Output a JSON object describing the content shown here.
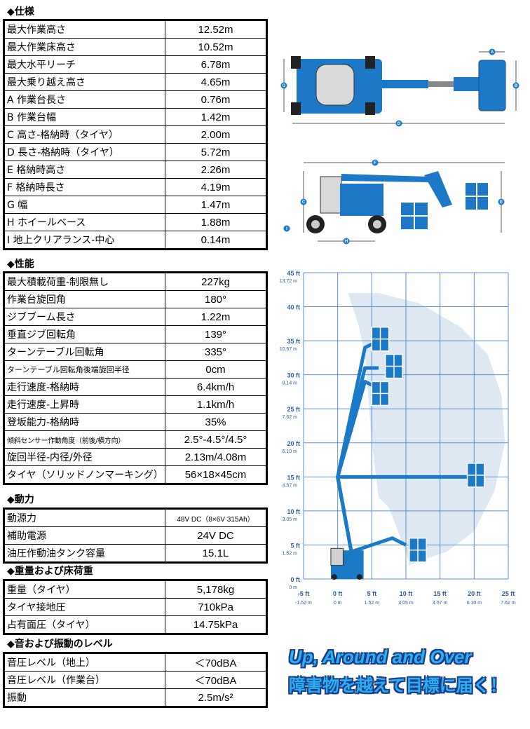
{
  "sections": {
    "spec": "◆仕様",
    "performance": "◆性能",
    "power": "◆動力",
    "weight": "◆重量および床荷重",
    "sound": "◆音および振動のレベル"
  },
  "spec_rows": [
    {
      "label": "最大作業高さ",
      "value": "12.52m"
    },
    {
      "label": "最大作業床高さ",
      "value": "10.52m"
    },
    {
      "label": "最大水平リーチ",
      "value": "6.78m"
    },
    {
      "label": "最大乗り越え高さ",
      "value": "4.65m"
    },
    {
      "label": "A  作業台長さ",
      "value": "0.76m"
    },
    {
      "label": "B  作業台幅",
      "value": "1.42m"
    },
    {
      "label": "C  高さ-格納時（タイヤ）",
      "value": "2.00m"
    },
    {
      "label": "D  長さ-格納時（タイヤ）",
      "value": "5.72m"
    },
    {
      "label": "E  格納時高さ",
      "value": "2.26m"
    },
    {
      "label": "F  格納時長さ",
      "value": "4.19m"
    },
    {
      "label": "G  幅",
      "value": "1.47m"
    },
    {
      "label": "H  ホイールベース",
      "value": "1.88m"
    },
    {
      "label": "I  地上クリアランス-中心",
      "value": "0.14m"
    }
  ],
  "performance_rows": [
    {
      "label": "最大積載荷重-制限無し",
      "value": "227kg"
    },
    {
      "label": "作業台旋回角",
      "value": "180°"
    },
    {
      "label": "ジブブーム長さ",
      "value": "1.22m"
    },
    {
      "label": "垂直ジブ回転角",
      "value": "139°"
    },
    {
      "label": "ターンテーブル回転角",
      "value": "335°"
    },
    {
      "label": "ターンテーブル回転角後端旋回半径",
      "value": "0cm"
    },
    {
      "label": "走行速度-格納時",
      "value": "6.4km/h"
    },
    {
      "label": "走行速度-上昇時",
      "value": "1.1km/h"
    },
    {
      "label": "登坂能力-格納時",
      "value": "35%"
    },
    {
      "label": "傾斜センサー作動角度（前後/横方向）",
      "value": "2.5°-4.5°/4.5°"
    },
    {
      "label": "旋回半径-内径/外径",
      "value": "2.13m/4.08m"
    },
    {
      "label": "タイヤ（ソリッドノンマーキング）",
      "value": "56×18×45cm"
    }
  ],
  "power_rows": [
    {
      "label": "動源力",
      "value": "48V DC（8×6V 315Ah）"
    },
    {
      "label": "補助電源",
      "value": "24V DC"
    },
    {
      "label": "油圧作動油タンク容量",
      "value": "15.1L"
    }
  ],
  "weight_rows": [
    {
      "label": "重量（タイヤ）",
      "value": "5,178kg"
    },
    {
      "label": "タイヤ接地圧",
      "value": "710kPa"
    },
    {
      "label": "占有面圧（タイヤ）",
      "value": "14.75kPa"
    }
  ],
  "sound_rows": [
    {
      "label": "音圧レベル（地上）",
      "value": "＜70dBA"
    },
    {
      "label": "音圧レベル（作業台）",
      "value": "＜70dBA"
    },
    {
      "label": "振動",
      "value": "2.5m/s²"
    }
  ],
  "dimension_letters": [
    "A",
    "B",
    "C",
    "D",
    "E",
    "F",
    "G",
    "H",
    "I"
  ],
  "chart_data": {
    "type": "area",
    "x_ticks_ft": [
      "-5 ft",
      "0 ft",
      "5 ft",
      "10 ft",
      "15 ft",
      "20 ft",
      "25 ft"
    ],
    "x_ticks_m": [
      "-1.52 m",
      "0 m",
      "1.52 m",
      "3.05 m",
      "4.57 m",
      "6.10 m",
      "7.62 m"
    ],
    "y_ticks_ft": [
      "45 ft",
      "40 ft",
      "35 ft",
      "30 ft",
      "25 ft",
      "20 ft",
      "15 ft",
      "10 ft",
      "5 ft",
      "0 ft"
    ],
    "y_ticks_m": [
      "13.72 m",
      "",
      "10.67 m",
      "9.14 m",
      "7.62 m",
      "6.10 m",
      "4.57 m",
      "3.05 m",
      "1.52 m",
      "0 m"
    ],
    "xlim": [
      -5,
      25
    ],
    "ylim": [
      0,
      45
    ],
    "envelope": [
      [
        1.5,
        42
      ],
      [
        6,
        42
      ],
      [
        12,
        40.5
      ],
      [
        18,
        37
      ],
      [
        22,
        33
      ],
      [
        24,
        27
      ],
      [
        24.5,
        20
      ],
      [
        23,
        13
      ],
      [
        20,
        7
      ],
      [
        16,
        4
      ],
      [
        13,
        3
      ],
      [
        10.5,
        2
      ],
      [
        10,
        4
      ],
      [
        7.5,
        10.5
      ],
      [
        6,
        12
      ],
      [
        5,
        20
      ],
      [
        4,
        33
      ],
      [
        3,
        37.5
      ],
      [
        2,
        40.5
      ]
    ],
    "grid": true,
    "colors": {
      "envelope": "#dde8f3",
      "grid": "#5a8fd0",
      "machine": "#1a7ac8"
    }
  },
  "slogan": {
    "line1": "Up, Around and Over",
    "line2": "障害物を越えて目標に届く！"
  },
  "colors": {
    "machine_blue": "#1e78c8",
    "dark_blue": "#1a3c8c",
    "slogan_cyan": "#2bb0f0"
  }
}
